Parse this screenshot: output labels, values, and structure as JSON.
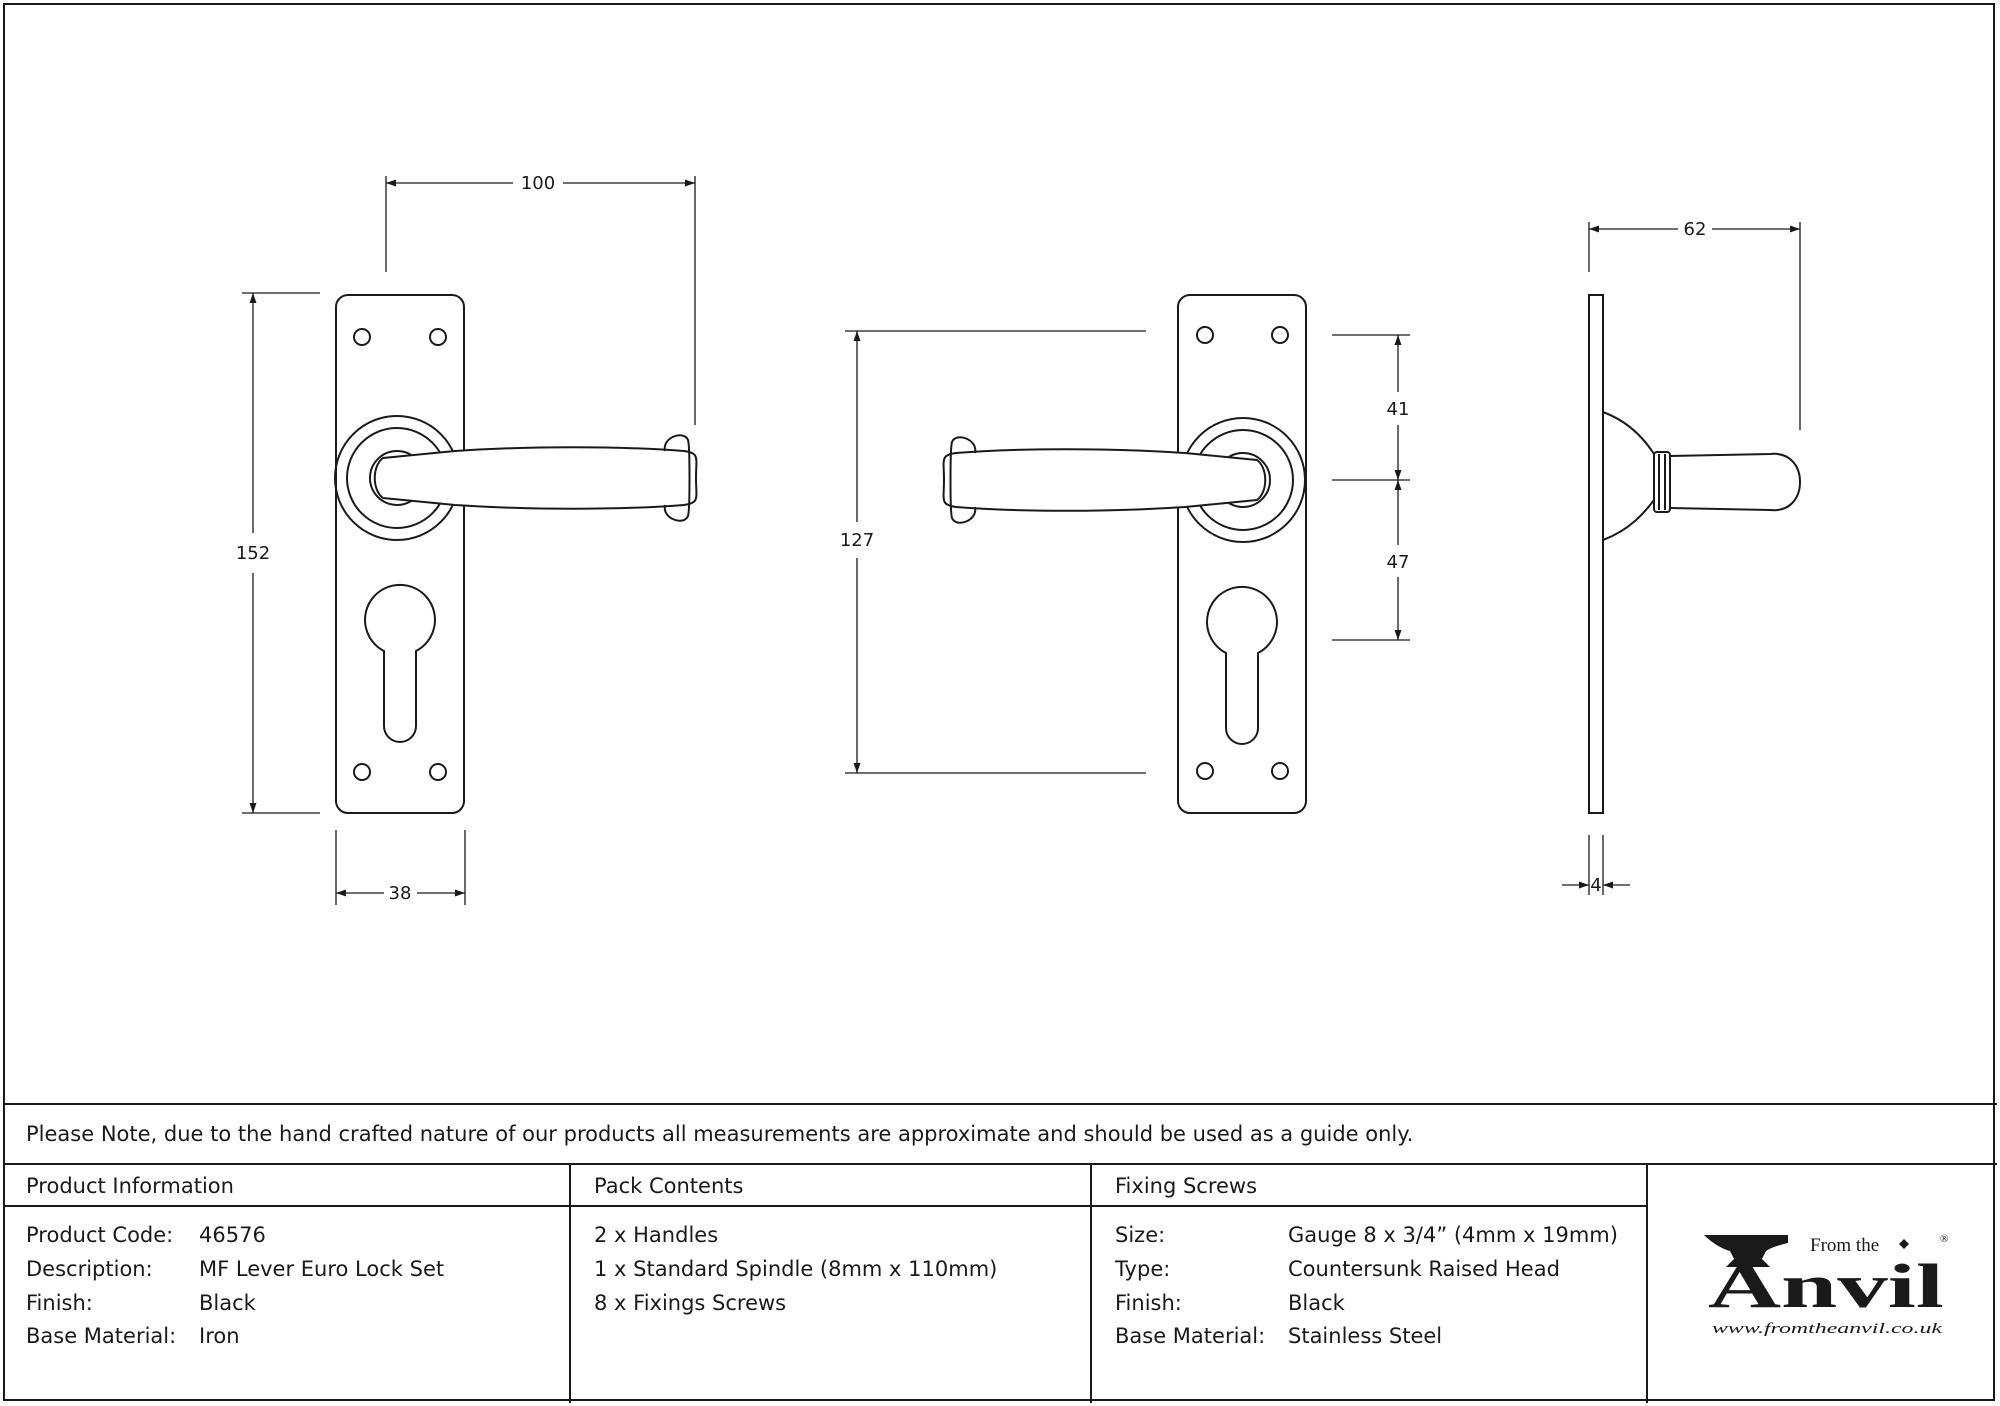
{
  "dimensions": {
    "front_width": "100",
    "front_height": "152",
    "plate_width": "38",
    "back_height": "127",
    "spindle_to_top": "41",
    "spindle_to_keyhole": "47",
    "side_projection": "62",
    "plate_thickness": "4"
  },
  "note": "Please Note, due to the hand crafted nature of our products all measurements are approximate and should be used as a guide only.",
  "product_info": {
    "heading": "Product Information",
    "rows": [
      {
        "label": "Product Code:",
        "value": "46576"
      },
      {
        "label": "Description:",
        "value": "MF Lever Euro Lock Set"
      },
      {
        "label": "Finish:",
        "value": "Black"
      },
      {
        "label": "Base Material:",
        "value": "Iron"
      }
    ]
  },
  "pack_contents": {
    "heading": "Pack Contents",
    "items": [
      "2 x Handles",
      "1 x Standard Spindle (8mm x 110mm)",
      "8 x Fixings Screws"
    ]
  },
  "fixing_screws": {
    "heading": "Fixing Screws",
    "rows": [
      {
        "label": "Size:",
        "value": "Gauge 8 x 3/4” (4mm x 19mm)"
      },
      {
        "label": "Type:",
        "value": "Countersunk Raised Head"
      },
      {
        "label": "Finish:",
        "value": "Black"
      },
      {
        "label": "Base Material:",
        "value": "Stainless Steel"
      }
    ]
  },
  "logo": {
    "from_the": "From the",
    "anvil": "Anvil",
    "registered": "®",
    "url": "www.fromtheanvil.co.uk"
  },
  "colors": {
    "line": "#1a1a1a",
    "background": "#ffffff"
  }
}
